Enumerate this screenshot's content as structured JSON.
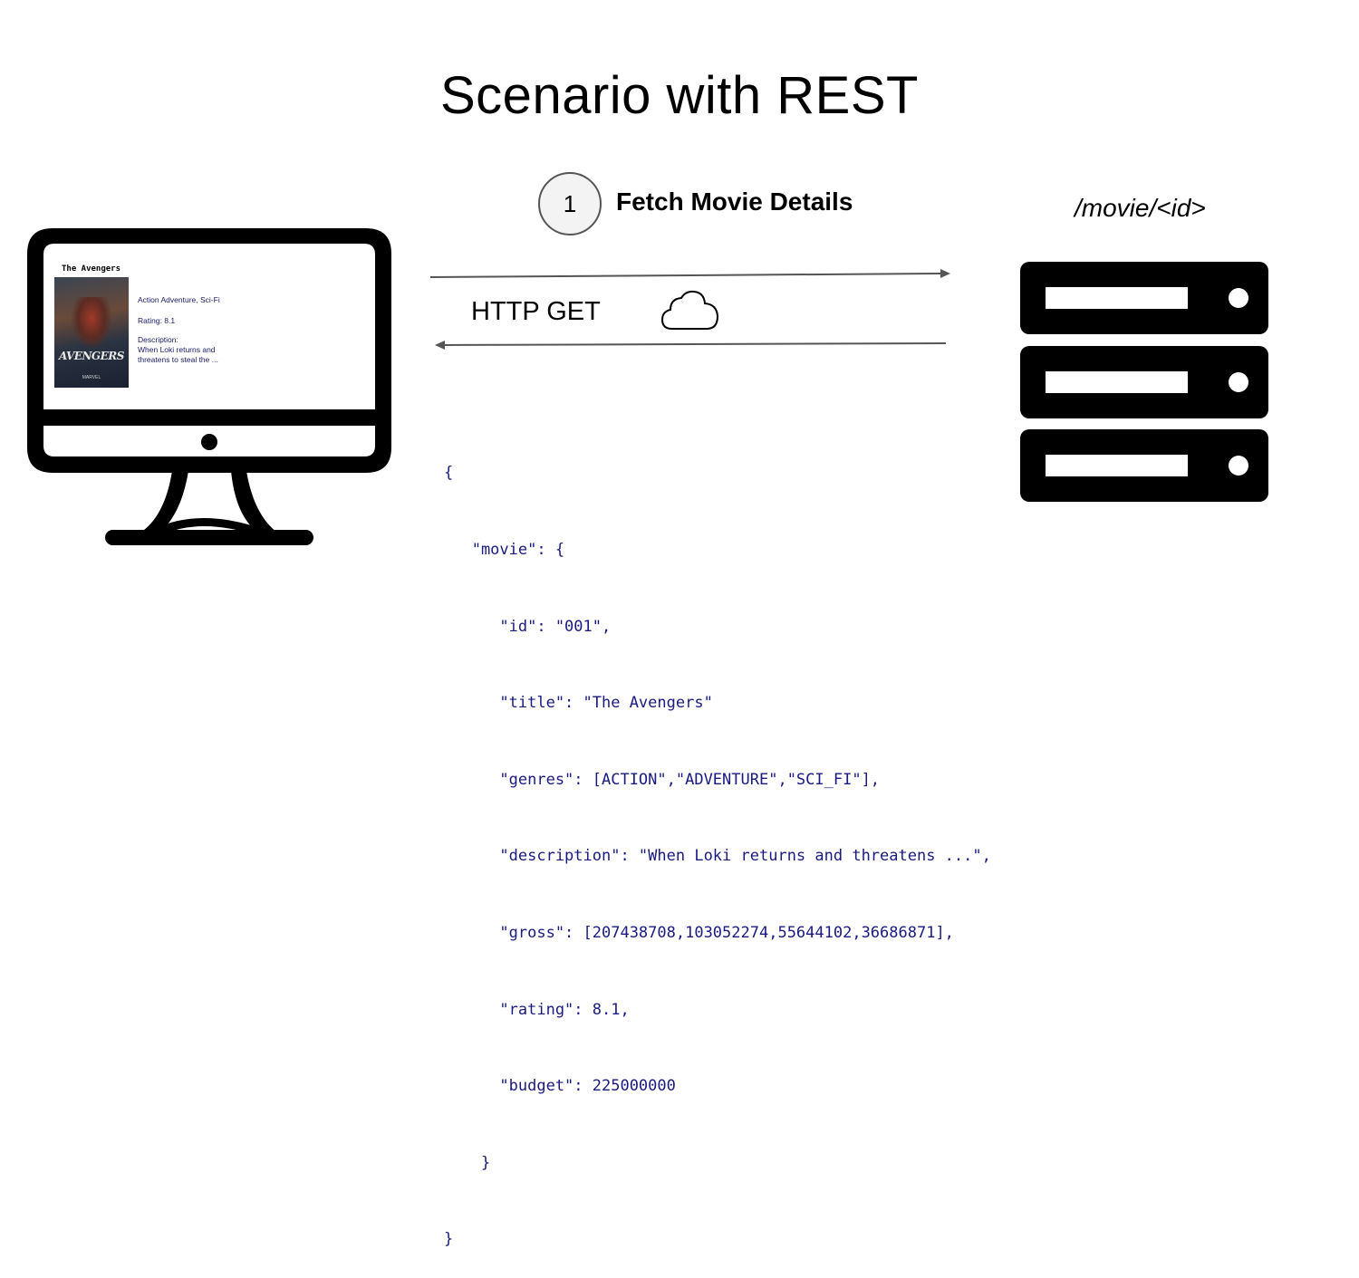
{
  "title": "Scenario with REST",
  "step": {
    "number": "1",
    "label": "Fetch Movie Details"
  },
  "endpoint": "/movie/<id>",
  "request": {
    "method": "HTTP GET"
  },
  "icons": {
    "client": "desktop-monitor-icon",
    "network": "cloud-icon",
    "server": "server-rack-icon"
  },
  "client_screen": {
    "movie_title": "The Avengers",
    "poster_title": "AVENGERS",
    "poster_credit": "MARVEL",
    "genres": "Action Adventure, Sci-Fi",
    "rating": "Rating: 8.1",
    "description_label": "Description:",
    "description_line1": "When Loki returns and",
    "description_line2": "threatens to steal the ..."
  },
  "response_json": [
    "{",
    "   \"movie\": {",
    "      \"id\": \"001\",",
    "      \"title\": \"The Avengers\"",
    "      \"genres\": [ACTION\",\"ADVENTURE\",\"SCI_FI\"],",
    "      \"description\": \"When Loki returns and threatens ...\",",
    "      \"gross\": [207438708,103052274,55644102,36686871],",
    "      \"rating\": 8.1,",
    "      \"budget\": 225000000",
    "    }",
    "}"
  ],
  "colors": {
    "json_text": "#1a1a80",
    "icon_fill": "#000000",
    "arrow": "#555555"
  }
}
